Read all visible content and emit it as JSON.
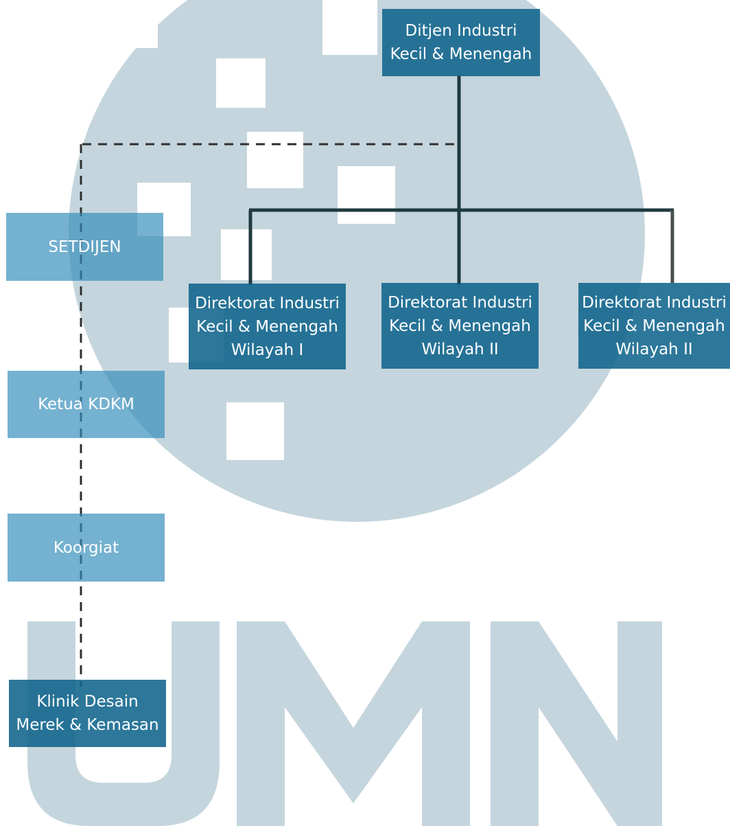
{
  "watermark": {
    "logo_text": "UMN",
    "color": "#c4d4dc"
  },
  "colors": {
    "box_dark": "#13668e",
    "box_light": "#5ea8c9",
    "line": "#1f3a3e",
    "dash": "#333333"
  },
  "nodes": {
    "ditjen": {
      "line1": "Ditjen Industri",
      "line2": "Kecil & Menengah"
    },
    "dir1": {
      "line1": "Direktorat Industri",
      "line2": "Kecil & Menengah",
      "line3": "Wilayah I"
    },
    "dir2": {
      "line1": "Direktorat Industri",
      "line2": "Kecil & Menengah",
      "line3": "Wilayah II"
    },
    "dir3": {
      "line1": "Direktorat Industri",
      "line2": "Kecil & Menengah",
      "line3": "Wilayah II"
    },
    "setdijen": {
      "label": "SETDIJEN"
    },
    "ketua": {
      "label": "Ketua KDKM"
    },
    "koorgiat": {
      "label": "Koorgiat"
    },
    "klinik": {
      "line1": "Klinik Desain",
      "line2": "Merek & Kemasan"
    }
  }
}
